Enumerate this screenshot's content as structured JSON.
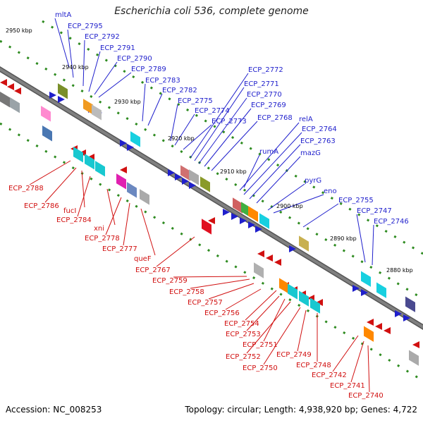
{
  "title": "Escherichia coli 536, complete genome",
  "footer": {
    "accession": "Accession: NC_008253",
    "summary": "Topology: circular; Length: 4,938,920 bp; Genes: 4,722"
  },
  "colors": {
    "forward": "#1f1fcc",
    "reverse": "#d11010",
    "backbone": "#808080",
    "tick": "#2e8b20"
  },
  "ticks": [
    "2950 kbp",
    "2940 kbp",
    "2930 kbp",
    "2920 kbp",
    "2910 kbp",
    "2900 kbp",
    "2890 kbp",
    "2880 kbp"
  ],
  "forward_labels": [
    "mltA",
    "ECP_2795",
    "ECP_2792",
    "ECP_2791",
    "ECP_2790",
    "ECP_2789",
    "ECP_2783",
    "ECP_2782",
    "ECP_2775",
    "ECP_2774",
    "ECP_2773",
    "ECP_2772",
    "ECP_2771",
    "ECP_2770",
    "ECP_2769",
    "ECP_2768",
    "relA",
    "ECP_2764",
    "ECP_2763",
    "rumA",
    "mazG",
    "pyrG",
    "eno",
    "ECP_2755",
    "ECP_2747",
    "ECP_2746"
  ],
  "reverse_labels": [
    "ECP_2788",
    "ECP_2786",
    "fucI",
    "ECP_2784",
    "xni",
    "ECP_2778",
    "ECP_2777",
    "queF",
    "ECP_2767",
    "ECP_2759",
    "ECP_2758",
    "ECP_2757",
    "ECP_2756",
    "ECP_2754",
    "ECP_2753",
    "ECP_2751",
    "ECP_2752",
    "ECP_2749",
    "ECP_2750",
    "ECP_2748",
    "ECP_2742",
    "ECP_2741",
    "ECP_2740"
  ]
}
